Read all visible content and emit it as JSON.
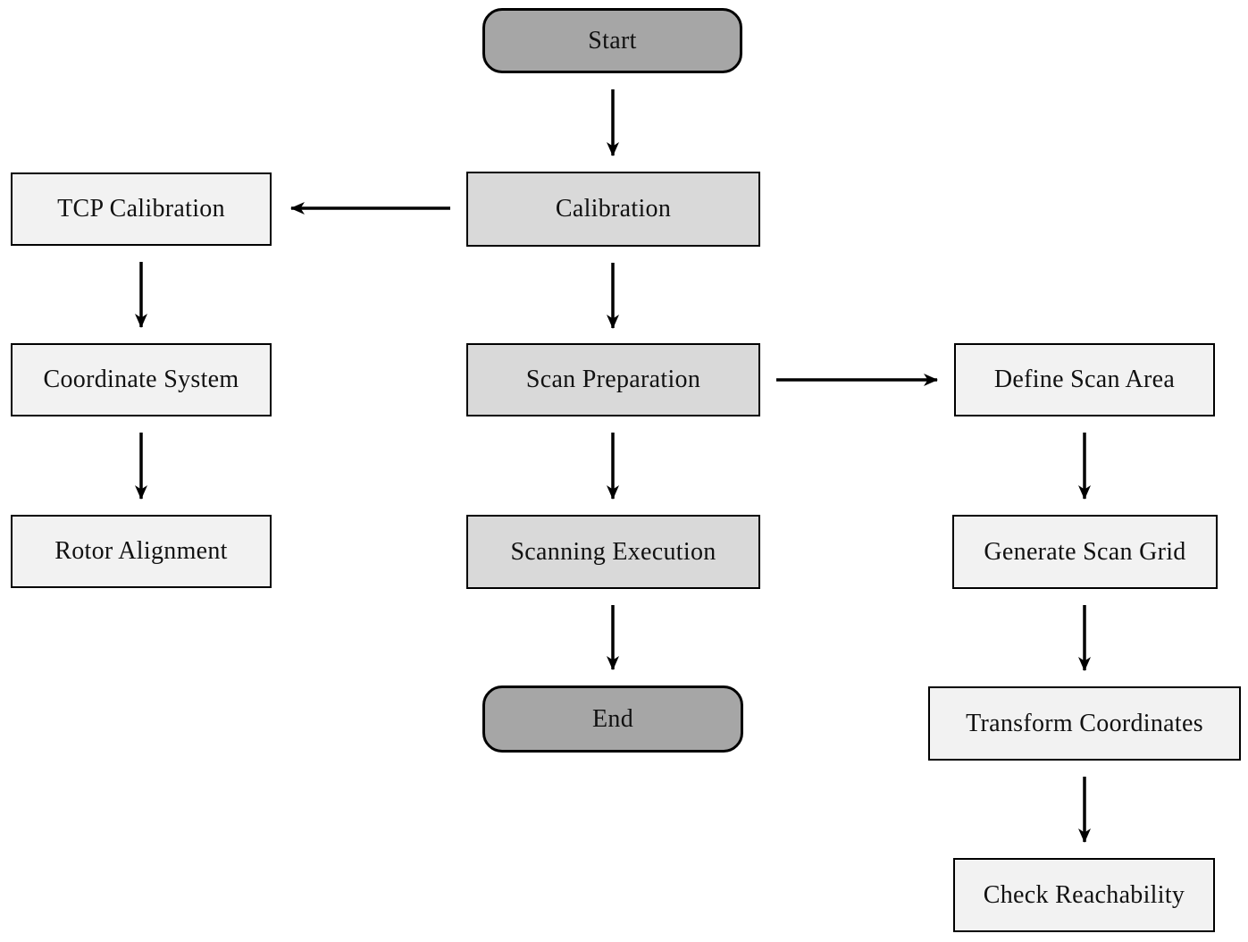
{
  "diagram": {
    "type": "flowchart",
    "colors": {
      "terminator_fill": "#a6a6a6",
      "process_fill": "#d9d9d9",
      "step_fill": "#f2f2f2",
      "border": "#000000",
      "arrow": "#000000",
      "background": "#ffffff"
    },
    "nodes": [
      {
        "id": "start",
        "label": "Start",
        "type": "terminator"
      },
      {
        "id": "calibration",
        "label": "Calibration",
        "type": "process"
      },
      {
        "id": "tcp-calibration",
        "label": "TCP Calibration",
        "type": "step"
      },
      {
        "id": "coordinate-system",
        "label": "Coordinate System",
        "type": "step"
      },
      {
        "id": "rotor-alignment",
        "label": "Rotor Alignment",
        "type": "step"
      },
      {
        "id": "scan-preparation",
        "label": "Scan Preparation",
        "type": "process"
      },
      {
        "id": "scanning-execution",
        "label": "Scanning Execution",
        "type": "process"
      },
      {
        "id": "end",
        "label": "End",
        "type": "terminator"
      },
      {
        "id": "define-scan-area",
        "label": "Define Scan Area",
        "type": "step"
      },
      {
        "id": "generate-scan-grid",
        "label": "Generate Scan Grid",
        "type": "step"
      },
      {
        "id": "transform-coordinates",
        "label": "Transform Coordinates",
        "type": "step"
      },
      {
        "id": "check-reachability",
        "label": "Check Reachability",
        "type": "step"
      }
    ],
    "edges": [
      {
        "from": "Start",
        "to": "Calibration"
      },
      {
        "from": "Calibration",
        "to": "TCP Calibration"
      },
      {
        "from": "TCP Calibration",
        "to": "Coordinate System"
      },
      {
        "from": "Coordinate System",
        "to": "Rotor Alignment"
      },
      {
        "from": "Calibration",
        "to": "Scan Preparation"
      },
      {
        "from": "Scan Preparation",
        "to": "Define Scan Area"
      },
      {
        "from": "Define Scan Area",
        "to": "Generate Scan Grid"
      },
      {
        "from": "Generate Scan Grid",
        "to": "Transform Coordinates"
      },
      {
        "from": "Transform Coordinates",
        "to": "Check Reachability"
      },
      {
        "from": "Scan Preparation",
        "to": "Scanning Execution"
      },
      {
        "from": "Scanning Execution",
        "to": "End"
      }
    ]
  }
}
